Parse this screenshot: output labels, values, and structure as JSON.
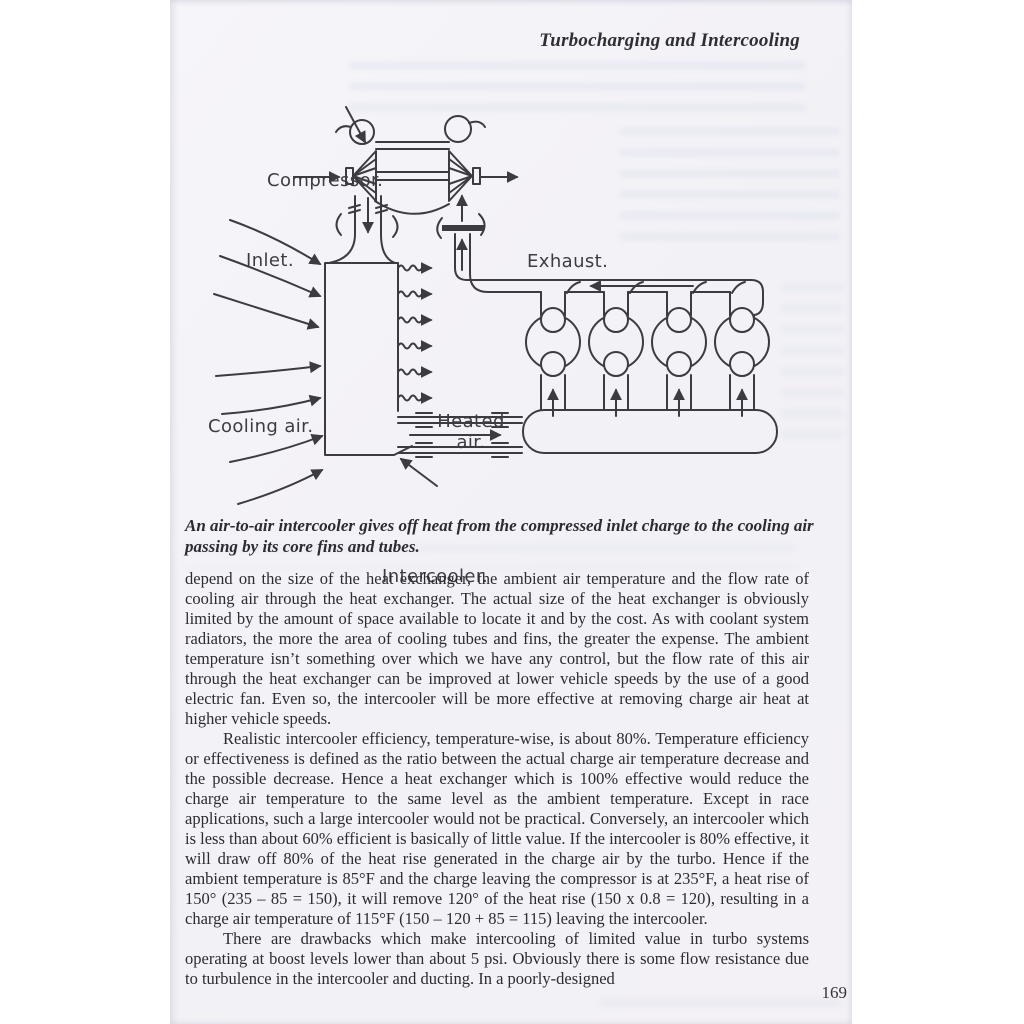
{
  "page": {
    "header": "Turbocharging and Intercooling",
    "page_number": "169"
  },
  "diagram": {
    "labels": {
      "compressor": "Compressor.",
      "inlet": "Inlet.",
      "exhaust": "Exhaust.",
      "cooling_air": "Cooling air.",
      "heated_air_line1": "Heated",
      "heated_air_line2": "air.",
      "intercooler": "Intercooler."
    }
  },
  "caption": "An air-to-air intercooler gives off heat from the compressed inlet charge to the cooling air passing by its core fins and tubes.",
  "body": {
    "paragraphs": [
      "depend on the size of the heat exchanger, the ambient air temperature and the flow rate of cooling air through the heat exchanger. The actual size of the heat exchanger is obviously limited by the amount of space available to locate it and by the cost. As with coolant system radiators, the more the area of cooling tubes and fins, the greater the expense. The ambient temperature isn’t something over which we have any control, but the flow rate of this air through the heat exchanger can be improved at lower vehicle speeds by the use of a good electric fan. Even so, the intercooler will be more effective at removing charge air heat at higher vehicle speeds.",
      "Realistic intercooler efficiency, temperature-wise, is about 80%. Temperature efficiency or effectiveness is defined as the ratio between the actual charge air temperature decrease and the possible decrease. Hence a heat exchanger which is 100% effective would reduce the charge air temperature to the same level as the ambient temperature. Except in race applications, such a large intercooler would not be practical. Conversely, an intercooler which is less than about 60% efficient is basically of little value. If the intercooler is 80% effective, it will draw off 80% of the heat rise generated in the charge air by the turbo. Hence if the ambient temperature is 85°F and the charge leaving the compressor is at 235°F, a heat rise of 150° (235 – 85 = 150), it will remove 120° of the heat rise (150 x 0.8 = 120), resulting in a charge air temperature of 115°F (150 – 120 + 85 = 115) leaving the intercooler.",
      "There are drawbacks which make intercooling of limited value in turbo systems operating at boost levels lower than about 5 psi. Obviously there is some flow resistance due to turbulence in the intercooler and ducting. In a poorly-designed"
    ]
  },
  "colors": {
    "page_bg": "#f3f2f6",
    "ink": "#3c3b41",
    "text_ink": "#2c2b31",
    "margin_bg": "#ffffff",
    "ghost_blue": "#94a3cd"
  }
}
